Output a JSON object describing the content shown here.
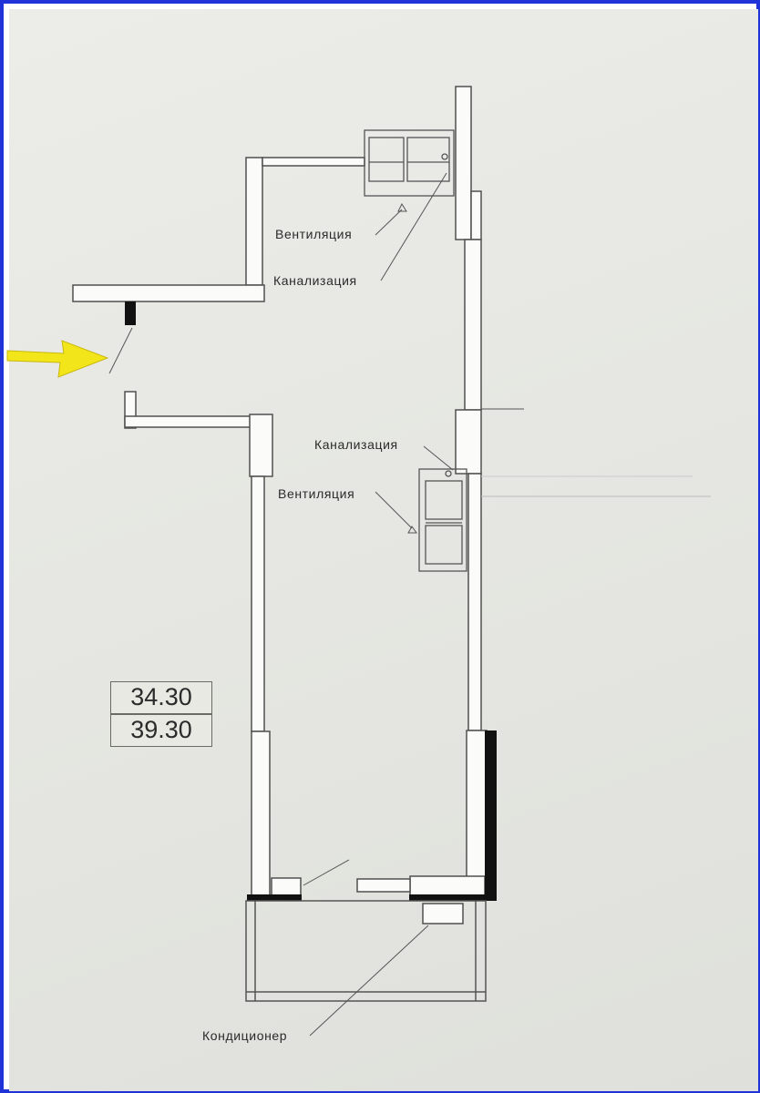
{
  "plan": {
    "labels": {
      "ventilation_top": "Вентиляция",
      "sewer_top": "Канализация",
      "sewer_mid": "Канализация",
      "ventilation_mid": "Вентиляция",
      "air_conditioner": "Кондиционер"
    },
    "area": {
      "living": "34.30",
      "total": "39.30"
    },
    "colors": {
      "frame": "#1f33d8",
      "arrow": "#f2e51a",
      "wall_fill": "#ffffff",
      "line": "#555555"
    },
    "icons": {
      "entrance_marker": "arrow-right-icon"
    }
  }
}
